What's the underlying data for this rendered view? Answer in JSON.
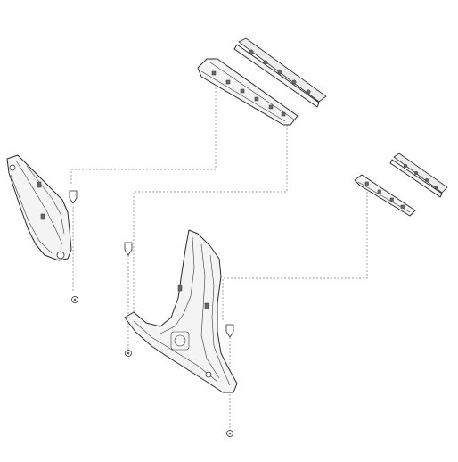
{
  "diagram": {
    "type": "exploded-parts-view",
    "colors": {
      "line": "#2a2a2a",
      "fill": "#f4f4f4",
      "leader": "#7a7a7a",
      "background": "#ffffff"
    },
    "parts": [
      {
        "id": "side-trim-panel"
      },
      {
        "id": "pillar-trim-panel"
      },
      {
        "id": "upper-scuff-plate"
      },
      {
        "id": "upper-sill-strip"
      },
      {
        "id": "right-scuff-plate"
      },
      {
        "id": "right-sill-strip"
      },
      {
        "id": "clip-upper-left"
      },
      {
        "id": "clip-mid-left"
      },
      {
        "id": "clip-lower-right"
      },
      {
        "id": "screw-left"
      },
      {
        "id": "screw-mid"
      },
      {
        "id": "screw-bottom"
      }
    ]
  }
}
